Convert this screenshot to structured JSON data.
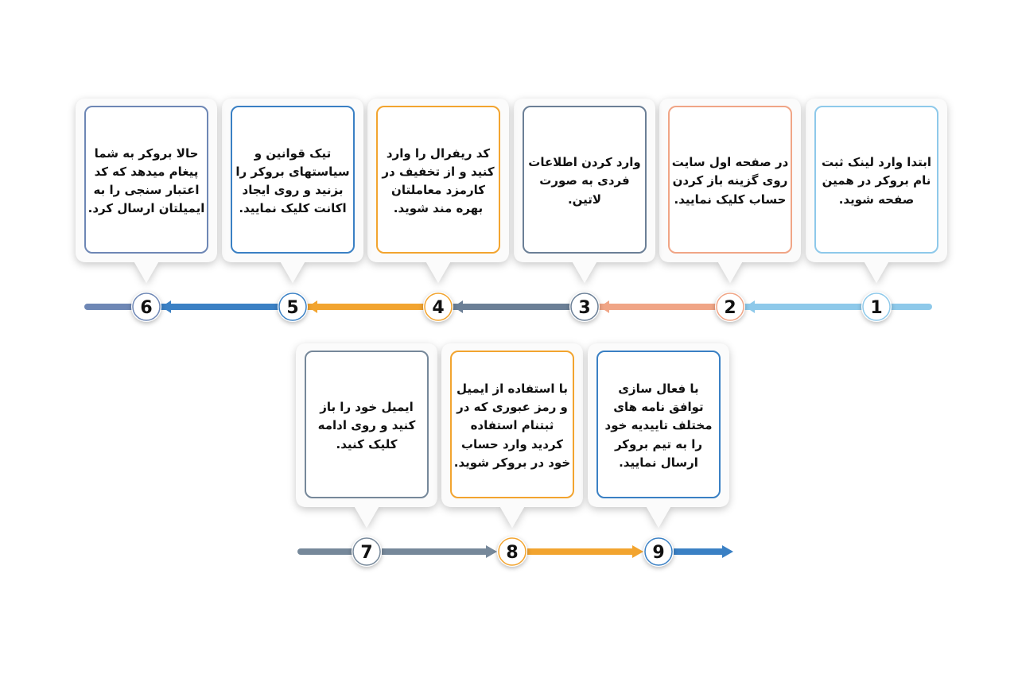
{
  "steps": [
    {
      "number": "1",
      "text": "ابتدا وارد لینک ثبت نام بروکر در همین صفحه شوید.",
      "color": "#8ec9ea"
    },
    {
      "number": "2",
      "text": "در صفحه اول سایت روی گزینه باز کردن حساب کلیک نمایید.",
      "color": "#f0a586"
    },
    {
      "number": "3",
      "text": "وارد کردن اطلاعات فردی به صورت لاتین.",
      "color": "#6b7f96"
    },
    {
      "number": "4",
      "text": "کد ریفرال را وارد کنید و از تخفیف در کارمزد معاملتان بهره مند شوید.",
      "color": "#f2a42f"
    },
    {
      "number": "5",
      "text": "تیک قوانین و سیاستهای بروکر را بزنید و روی ایجاد اکانت کلیک نمایید.",
      "color": "#3a80c4"
    },
    {
      "number": "6",
      "text": "حالا بروکر به شما پیغام میدهد که کد اعتبار سنجی را به ایمیلتان ارسال کرد.",
      "color": "#6e87b5"
    },
    {
      "number": "7",
      "text": "ایمیل خود را باز کنید و روی ادامه کلیک کنید.",
      "color": "#76889a"
    },
    {
      "number": "8",
      "text": "با استفاده از ایمیل و رمز عبوری که در ثبتنام استفاده کردید وارد حساب خود در بروکر شوید.",
      "color": "#f2a42f"
    },
    {
      "number": "9",
      "text": "با فعال سازی توافق نامه های مختلف تاییدیه خود را به تیم بروکر ارسال نمایید.",
      "color": "#3a80c4"
    }
  ]
}
